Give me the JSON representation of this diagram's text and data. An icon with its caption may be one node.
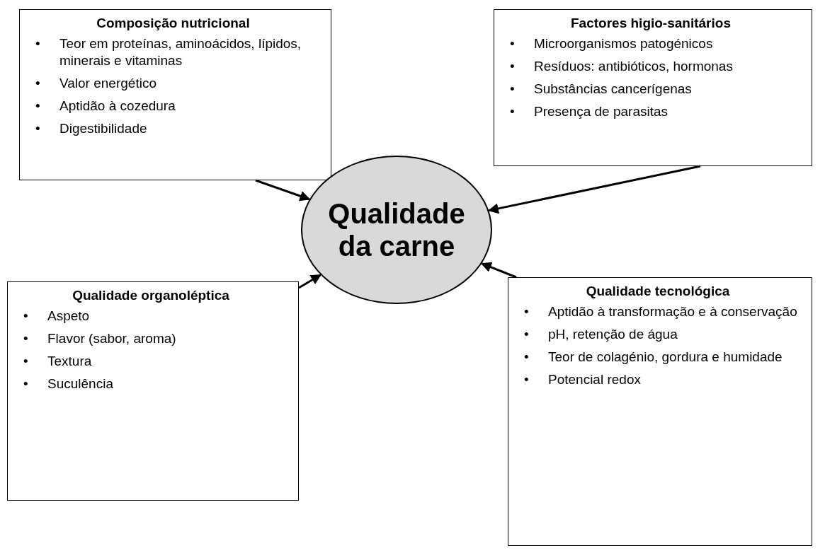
{
  "diagram": {
    "nodes": [
      {
        "text": [
          "Composição nutricional",
          "Teor em proteínas, aminoácidos, lípidos, minerais e  vitaminas",
          "Valor energético",
          "Aptidão à cozedura",
          "Digestibilidade"
        ]
      },
      {
        "text": [
          "Factores higio-sanitários",
          "Microorganismos patogénicos",
          "Resíduos: antibióticos, hormonas",
          "Substâncias cancerígenas",
          "Presença de parasitas"
        ]
      },
      {
        "text": [
          "Qualidade da carne"
        ]
      },
      {
        "text": [
          "Qualidade organoléptica",
          "Aspeto",
          "Flavor (sabor, aroma)",
          "Textura",
          "Suculência"
        ]
      },
      {
        "text": [
          "Qualidade tecnológica",
          "Aptidão à transformação  e  à conservação",
          "pH, retenção de água",
          "Teor de colagénio,  gordura e humidade",
          "Potencial redox"
        ]
      }
    ],
    "edges": [
      {
        "from": 0,
        "to": 2,
        "arrow": "to"
      },
      {
        "from": 1,
        "to": 2,
        "arrow": "to"
      },
      {
        "from": 3,
        "to": 2,
        "arrow": "to"
      },
      {
        "from": 4,
        "to": 2,
        "arrow": "to"
      }
    ],
    "labels": [
      "•",
      "•",
      "•",
      "•",
      "•",
      "•",
      "•",
      "•",
      "•",
      "•",
      "•",
      "•",
      "•",
      "•",
      "•",
      "•"
    ]
  }
}
